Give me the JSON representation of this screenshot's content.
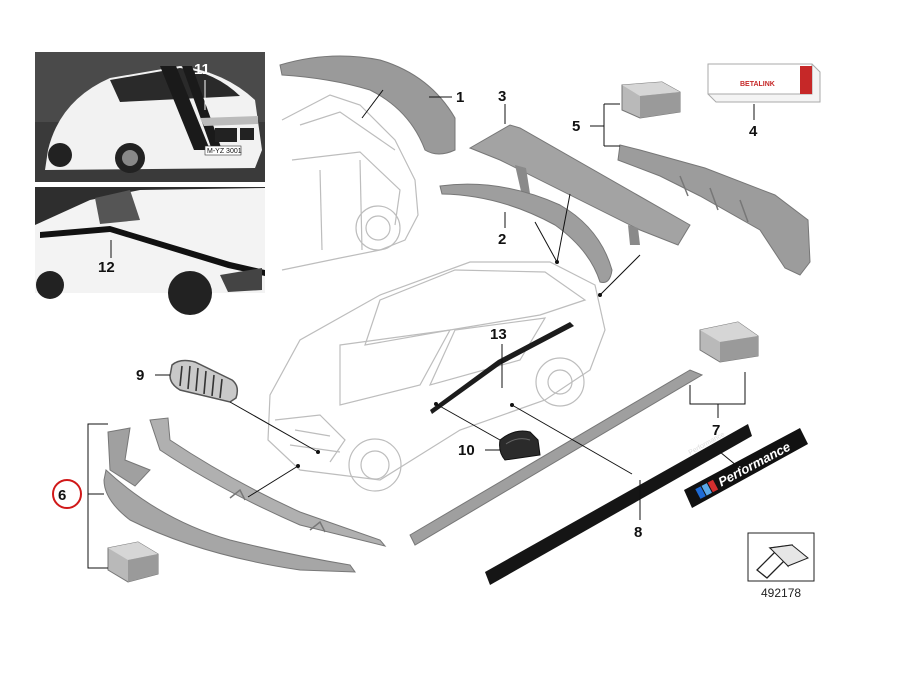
{
  "labels": {
    "p1": "1",
    "p2": "2",
    "p3": "3",
    "p4": "4",
    "p5": "5",
    "p6": "6",
    "p7": "7",
    "p8": "8",
    "p9": "9",
    "p10": "10",
    "p11": "11",
    "p12": "12",
    "p13": "13"
  },
  "highlight_color": "#d01818",
  "highlighted_part": "6",
  "reference_number": "492178",
  "performance_badge_text": "Performance",
  "performance_badge_small_text": "Performance",
  "adhesive_box_brand": "BETALINK",
  "photo_plate_text": "M-YZ 3001"
}
